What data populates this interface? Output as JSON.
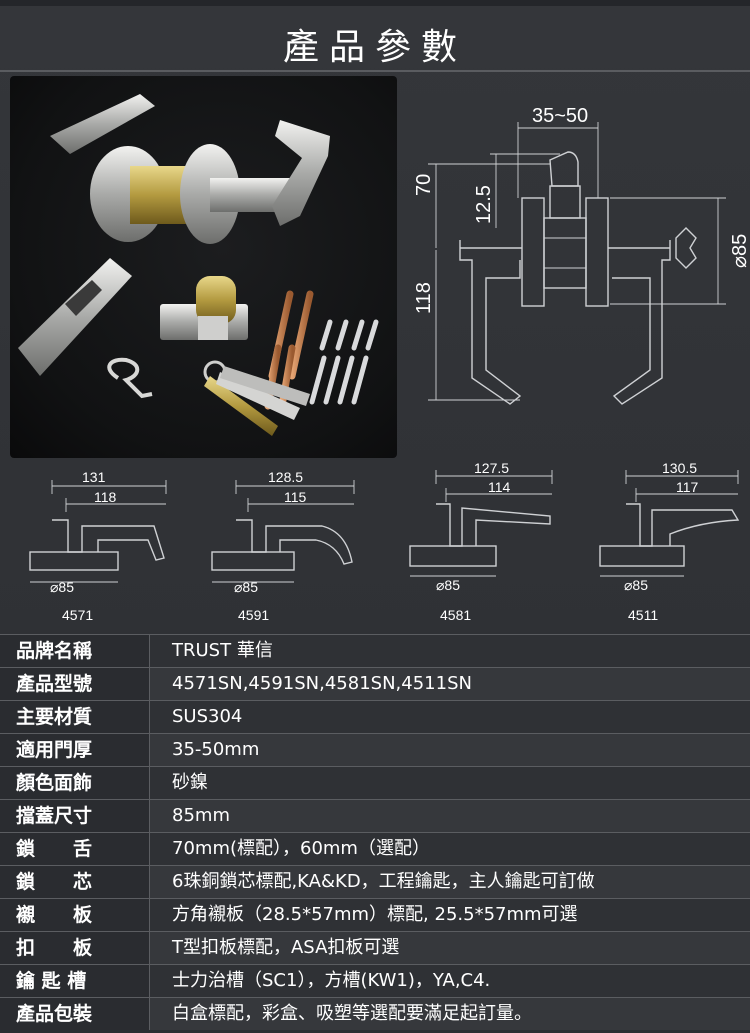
{
  "title": "產品參數",
  "drawing": {
    "dim_top": "35~50",
    "dim_70": "70",
    "dim_12_5": "12.5",
    "dim_118": "118",
    "dim_85": "⌀85"
  },
  "handles": [
    {
      "model": "4571",
      "outer": "131",
      "inner": "118",
      "dia": "⌀85"
    },
    {
      "model": "4591",
      "outer": "128.5",
      "inner": "115",
      "dia": "⌀85"
    },
    {
      "model": "4581",
      "outer": "127.5",
      "inner": "114",
      "dia": "⌀85"
    },
    {
      "model": "4511",
      "outer": "130.5",
      "inner": "117",
      "dia": "⌀85"
    }
  ],
  "specs": [
    {
      "label": "品牌名稱",
      "value": "TRUST 華信"
    },
    {
      "label": "產品型號",
      "value": "4571SN,4591SN,4581SN,4511SN"
    },
    {
      "label": "主要材質",
      "value": "SUS304"
    },
    {
      "label": "適用門厚",
      "value": "35-50mm"
    },
    {
      "label": "顏色面飾",
      "value": "砂鎳"
    },
    {
      "label": "擋蓋尺寸",
      "value": "85mm"
    },
    {
      "label": "鎖　　舌",
      "value": "70mm(標配），60mm（選配）"
    },
    {
      "label": "鎖　　芯",
      "value": "6珠銅鎖芯標配,KA&KD，工程鑰匙，主人鑰匙可訂做"
    },
    {
      "label": "襯　　板",
      "value": "方角襯板（28.5*57mm）標配, 25.5*57mm可選"
    },
    {
      "label": "扣　　板",
      "value": "T型扣板標配，ASA扣板可選"
    },
    {
      "label": "鑰 匙 槽",
      "value": "士力治槽（SC1），方槽(KW1)，YA,C4."
    },
    {
      "label": "產品包裝",
      "value": "白盒標配，彩盒、吸塑等選配要滿足起訂量。"
    }
  ]
}
